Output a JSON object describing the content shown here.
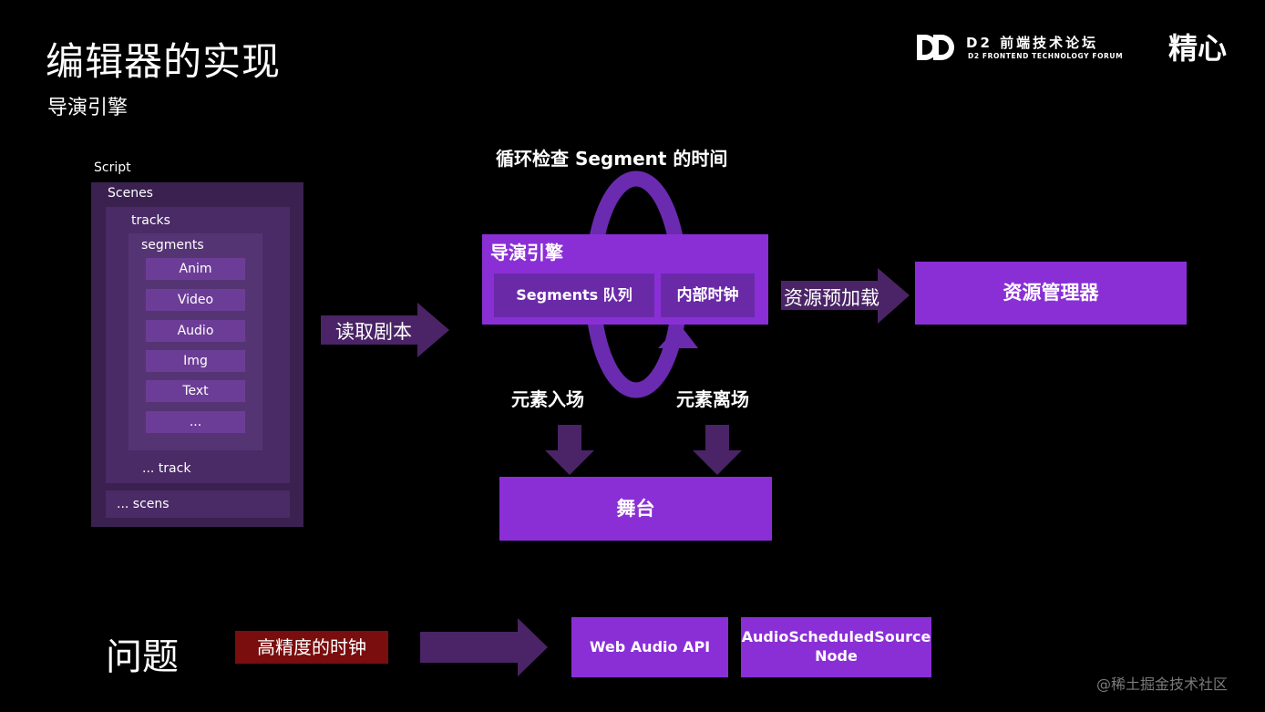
{
  "header": {
    "title": "编辑器的实现",
    "subtitle": "导演引擎",
    "logo_d2": {
      "mark": "DD",
      "cn": "D2 前端技术论坛",
      "en": "D2 FRONTEND TECHNOLOGY FORUM"
    },
    "logo_jx": "精心"
  },
  "script_tree": {
    "script_label": "Script",
    "scenes_label": "Scenes",
    "tracks_label": "tracks",
    "segments_label": "segments",
    "segment_items": [
      "Anim",
      "Video",
      "Audio",
      "Img",
      "Text",
      "..."
    ],
    "more_track": "... track",
    "more_scenes": "... scens"
  },
  "flow": {
    "read_label": "读取剧本",
    "loop_label": "循环检查 Segment 的时间",
    "engine_title": "导演引擎",
    "engine_queue": "Segments 队列",
    "engine_clock": "内部时钟",
    "preload_label": "资源预加载",
    "resource_manager": "资源管理器",
    "enter_label": "元素入场",
    "leave_label": "元素离场",
    "stage": "舞台"
  },
  "problem": {
    "label": "问题",
    "clock": "高精度的时钟",
    "web_audio": "Web Audio API",
    "scheduled_line1": "AudioScheduledSource",
    "scheduled_line2": "Node"
  },
  "watermark": "@稀土掘金技术社区",
  "colors": {
    "accent": "#8a2fd6",
    "arrow": "#4a2466",
    "loop": "#6b2bb0",
    "problem_red": "#7a0d0d",
    "tree_outer": "#3a2150",
    "tree_segment": "#6c3d96"
  }
}
